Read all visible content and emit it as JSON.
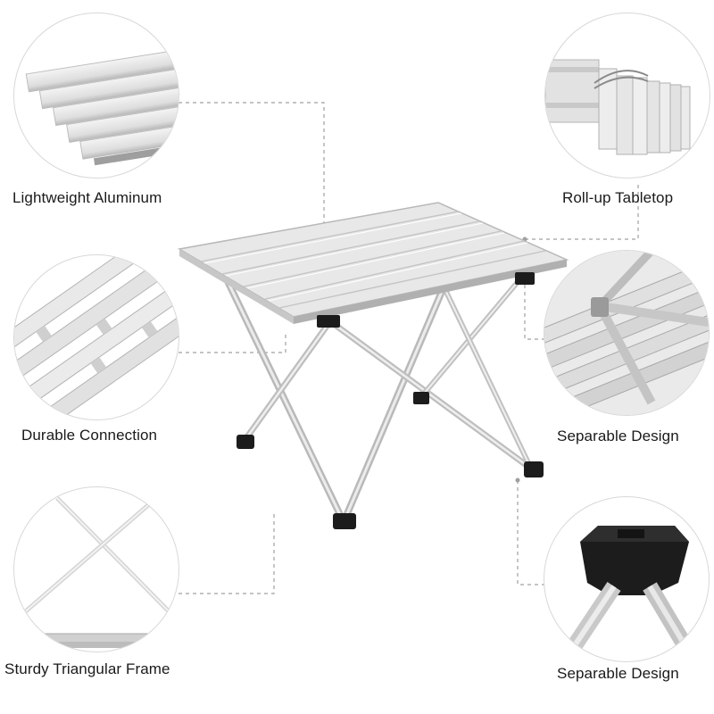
{
  "features": [
    {
      "id": "aluminum",
      "label": "Lightweight Aluminum",
      "icon": "aluminum-slats-closeup"
    },
    {
      "id": "rollup",
      "label": "Roll-up Tabletop",
      "icon": "rolled-tabletop-closeup"
    },
    {
      "id": "connection",
      "label": "Durable Connection",
      "icon": "frame-connection-closeup"
    },
    {
      "id": "separable1",
      "label": "Separable Design",
      "icon": "detachable-joint-closeup"
    },
    {
      "id": "frame",
      "label": "Sturdy Triangular Frame",
      "icon": "cross-frame-closeup"
    },
    {
      "id": "separable2",
      "label": "Separable Design",
      "icon": "rubber-foot-closeup"
    }
  ],
  "colors": {
    "aluminum_light": "#eeeeee",
    "aluminum_mid": "#cfcfcf",
    "aluminum_dark": "#a8a8a8",
    "rubber_black": "#1c1c1c",
    "leader_line": "#a0a0a0",
    "caption_text": "#1a1a1a"
  }
}
